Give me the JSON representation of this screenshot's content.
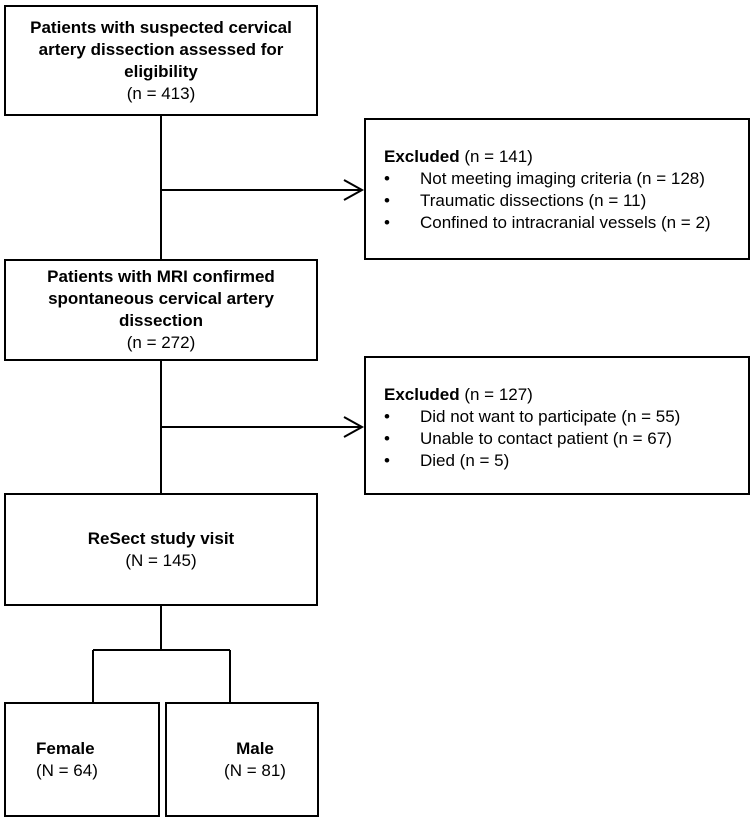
{
  "box1": {
    "title_lines": [
      "Patients with suspected cervical",
      "artery dissection assessed for",
      "eligibility"
    ],
    "count": "(n = 413)"
  },
  "excluded1": {
    "label": "Excluded",
    "count": "(n = 141)",
    "items": [
      "Not meeting imaging criteria (n = 128)",
      "Traumatic dissections (n = 11)",
      "Confined to intracranial vessels (n = 2)"
    ]
  },
  "box2": {
    "title_lines": [
      "Patients with MRI confirmed",
      "spontaneous cervical artery",
      "dissection"
    ],
    "count": "(n = 272)"
  },
  "excluded2": {
    "label": "Excluded",
    "count": "(n = 127)",
    "items": [
      "Did not want to participate (n = 55)",
      "Unable to contact patient (n = 67)",
      "Died (n = 5)"
    ]
  },
  "box3": {
    "title": "ReSect study visit",
    "count": "(N = 145)"
  },
  "female": {
    "label": "Female",
    "count": "(N = 64)"
  },
  "male": {
    "label": "Male",
    "count": "(N = 81)"
  },
  "bullet": "•"
}
